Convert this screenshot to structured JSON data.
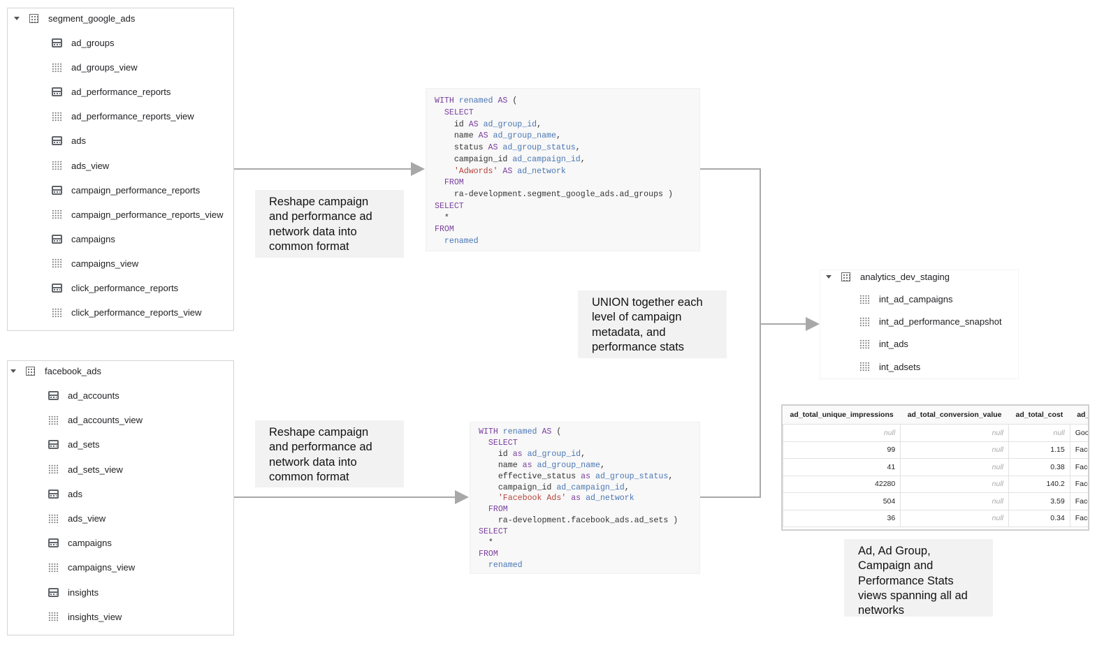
{
  "google_panel": {
    "title": "segment_google_ads",
    "items": [
      {
        "label": "ad_groups",
        "type": "table"
      },
      {
        "label": "ad_groups_view",
        "type": "view"
      },
      {
        "label": "ad_performance_reports",
        "type": "table"
      },
      {
        "label": "ad_performance_reports_view",
        "type": "view"
      },
      {
        "label": "ads",
        "type": "table"
      },
      {
        "label": "ads_view",
        "type": "view"
      },
      {
        "label": "campaign_performance_reports",
        "type": "table"
      },
      {
        "label": "campaign_performance_reports_view",
        "type": "view"
      },
      {
        "label": "campaigns",
        "type": "table"
      },
      {
        "label": "campaigns_view",
        "type": "view"
      },
      {
        "label": "click_performance_reports",
        "type": "table"
      },
      {
        "label": "click_performance_reports_view",
        "type": "view"
      }
    ]
  },
  "facebook_panel": {
    "title": "facebook_ads",
    "items": [
      {
        "label": "ad_accounts",
        "type": "table"
      },
      {
        "label": "ad_accounts_view",
        "type": "view"
      },
      {
        "label": "ad_sets",
        "type": "table"
      },
      {
        "label": "ad_sets_view",
        "type": "view"
      },
      {
        "label": "ads",
        "type": "table"
      },
      {
        "label": "ads_view",
        "type": "view"
      },
      {
        "label": "campaigns",
        "type": "table"
      },
      {
        "label": "campaigns_view",
        "type": "view"
      },
      {
        "label": "insights",
        "type": "table"
      },
      {
        "label": "insights_view",
        "type": "view"
      }
    ]
  },
  "staging_panel": {
    "title": "analytics_dev_staging",
    "items": [
      {
        "label": "int_ad_campaigns",
        "type": "view"
      },
      {
        "label": "int_ad_performance_snapshot",
        "type": "view"
      },
      {
        "label": "int_ads",
        "type": "view"
      },
      {
        "label": "int_adsets",
        "type": "view"
      }
    ]
  },
  "code_google": [
    [
      [
        "WITH ",
        "kw"
      ],
      [
        "renamed ",
        "id"
      ],
      [
        "AS ",
        "kw"
      ],
      [
        "(",
        "tx"
      ]
    ],
    [
      [
        "  SELECT",
        "kw"
      ]
    ],
    [
      [
        "    id ",
        "tx"
      ],
      [
        "AS ",
        "kw"
      ],
      [
        "ad_group_id",
        "id"
      ],
      [
        ",",
        "tx"
      ]
    ],
    [
      [
        "    name ",
        "tx"
      ],
      [
        "AS ",
        "kw"
      ],
      [
        "ad_group_name",
        "id"
      ],
      [
        ",",
        "tx"
      ]
    ],
    [
      [
        "    status ",
        "tx"
      ],
      [
        "AS ",
        "kw"
      ],
      [
        "ad_group_status",
        "id"
      ],
      [
        ",",
        "tx"
      ]
    ],
    [
      [
        "    campaign_id ",
        "tx"
      ],
      [
        "ad_campaign_id",
        "id"
      ],
      [
        ",",
        "tx"
      ]
    ],
    [
      [
        "    'Adwords' ",
        "str"
      ],
      [
        "AS ",
        "kw"
      ],
      [
        "ad_network",
        "id"
      ]
    ],
    [
      [
        "  FROM",
        "kw"
      ]
    ],
    [
      [
        "    ra-development.segment_google_ads.ad_groups )",
        "tx"
      ]
    ],
    [
      [
        "SELECT",
        "kw"
      ]
    ],
    [
      [
        "  *",
        "tx"
      ]
    ],
    [
      [
        "FROM",
        "kw"
      ]
    ],
    [
      [
        "  renamed",
        "id"
      ]
    ]
  ],
  "code_facebook": [
    [
      [
        "WITH ",
        "kw"
      ],
      [
        "renamed ",
        "id"
      ],
      [
        "AS ",
        "kw"
      ],
      [
        "(",
        "tx"
      ]
    ],
    [
      [
        "  SELECT",
        "kw"
      ]
    ],
    [
      [
        "    id ",
        "tx"
      ],
      [
        "as ",
        "kw"
      ],
      [
        "ad_group_id",
        "id"
      ],
      [
        ",",
        "tx"
      ]
    ],
    [
      [
        "    name ",
        "tx"
      ],
      [
        "as ",
        "kw"
      ],
      [
        "ad_group_name",
        "id"
      ],
      [
        ",",
        "tx"
      ]
    ],
    [
      [
        "    effective_status ",
        "tx"
      ],
      [
        "as ",
        "kw"
      ],
      [
        "ad_group_status",
        "id"
      ],
      [
        ",",
        "tx"
      ]
    ],
    [
      [
        "    campaign_id ",
        "tx"
      ],
      [
        "ad_campaign_id",
        "id"
      ],
      [
        ",",
        "tx"
      ]
    ],
    [
      [
        "    'Facebook Ads' ",
        "str"
      ],
      [
        "as ",
        "kw"
      ],
      [
        "ad_network",
        "id"
      ]
    ],
    [
      [
        "  FROM",
        "kw"
      ]
    ],
    [
      [
        "    ra-development.facebook_ads.ad_sets )",
        "tx"
      ]
    ],
    [
      [
        "SELECT",
        "kw"
      ]
    ],
    [
      [
        "  *",
        "tx"
      ]
    ],
    [
      [
        "FROM",
        "kw"
      ]
    ],
    [
      [
        "  renamed",
        "id"
      ]
    ]
  ],
  "notes": {
    "reshape_google": "Reshape  campaign and performance ad network data into common format",
    "reshape_facebook": "Reshape  campaign and performance ad network data into common format",
    "union": "UNION together each level of campaign metadata, and performance stats",
    "result": "Ad, Ad Group, Campaign and Performance Stats views spanning all ad networks"
  },
  "result_table": {
    "columns": [
      "ad_total_unique_impressions",
      "ad_total_conversion_value",
      "ad_total_cost",
      "ad_network"
    ],
    "rows": [
      [
        "null",
        "null",
        "null",
        "Google Ads"
      ],
      [
        "99",
        "null",
        "1.15",
        "Facebook Ads"
      ],
      [
        "41",
        "null",
        "0.38",
        "Facebook Ads"
      ],
      [
        "42280",
        "null",
        "140.2",
        "Facebook Ads"
      ],
      [
        "504",
        "null",
        "3.59",
        "Facebook Ads"
      ],
      [
        "36",
        "null",
        "0.34",
        "Facebook Ads"
      ]
    ]
  },
  "colors": {
    "keyword": "#7a3e9d",
    "identifier": "#4a77b4",
    "string": "#b5443c",
    "arrow": "#a8a8a8",
    "note_bg": "#f2f2f2"
  }
}
